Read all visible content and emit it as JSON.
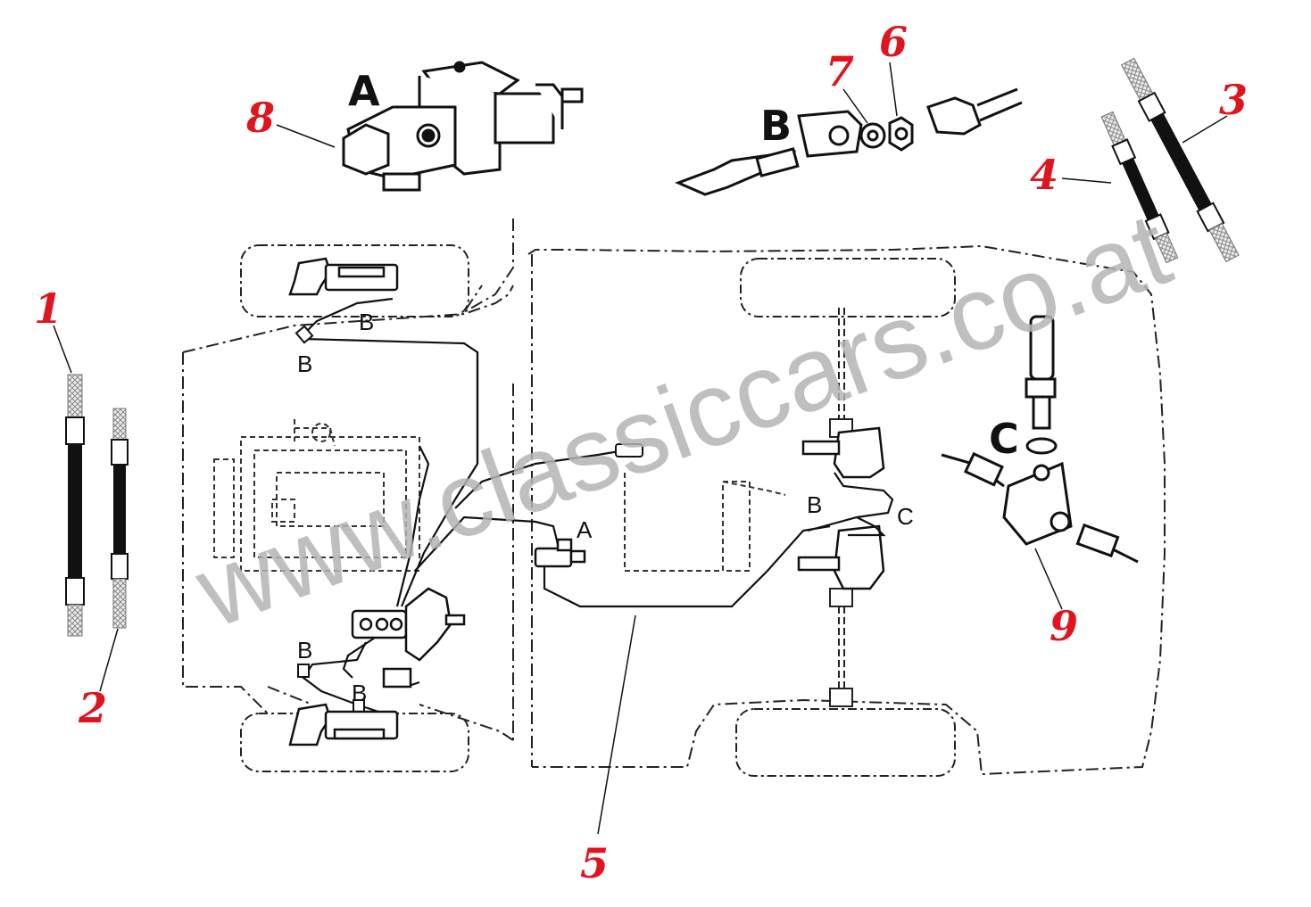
{
  "watermark": {
    "text": "www.classiccars.co.at",
    "color": "#b4b4b4"
  },
  "colors": {
    "callout": "#e0141e",
    "line": "#111111",
    "hose": "#bdbdbd"
  },
  "callouts": [
    "1",
    "2",
    "3",
    "4",
    "5",
    "6",
    "7",
    "8",
    "9"
  ],
  "detail_letters": {
    "a": "A",
    "b": "B",
    "c": "C"
  },
  "diagram_letters": {
    "b1": "B",
    "b2": "B",
    "b3": "B",
    "b4": "B",
    "b5": "B",
    "a": "A",
    "c": "C"
  }
}
